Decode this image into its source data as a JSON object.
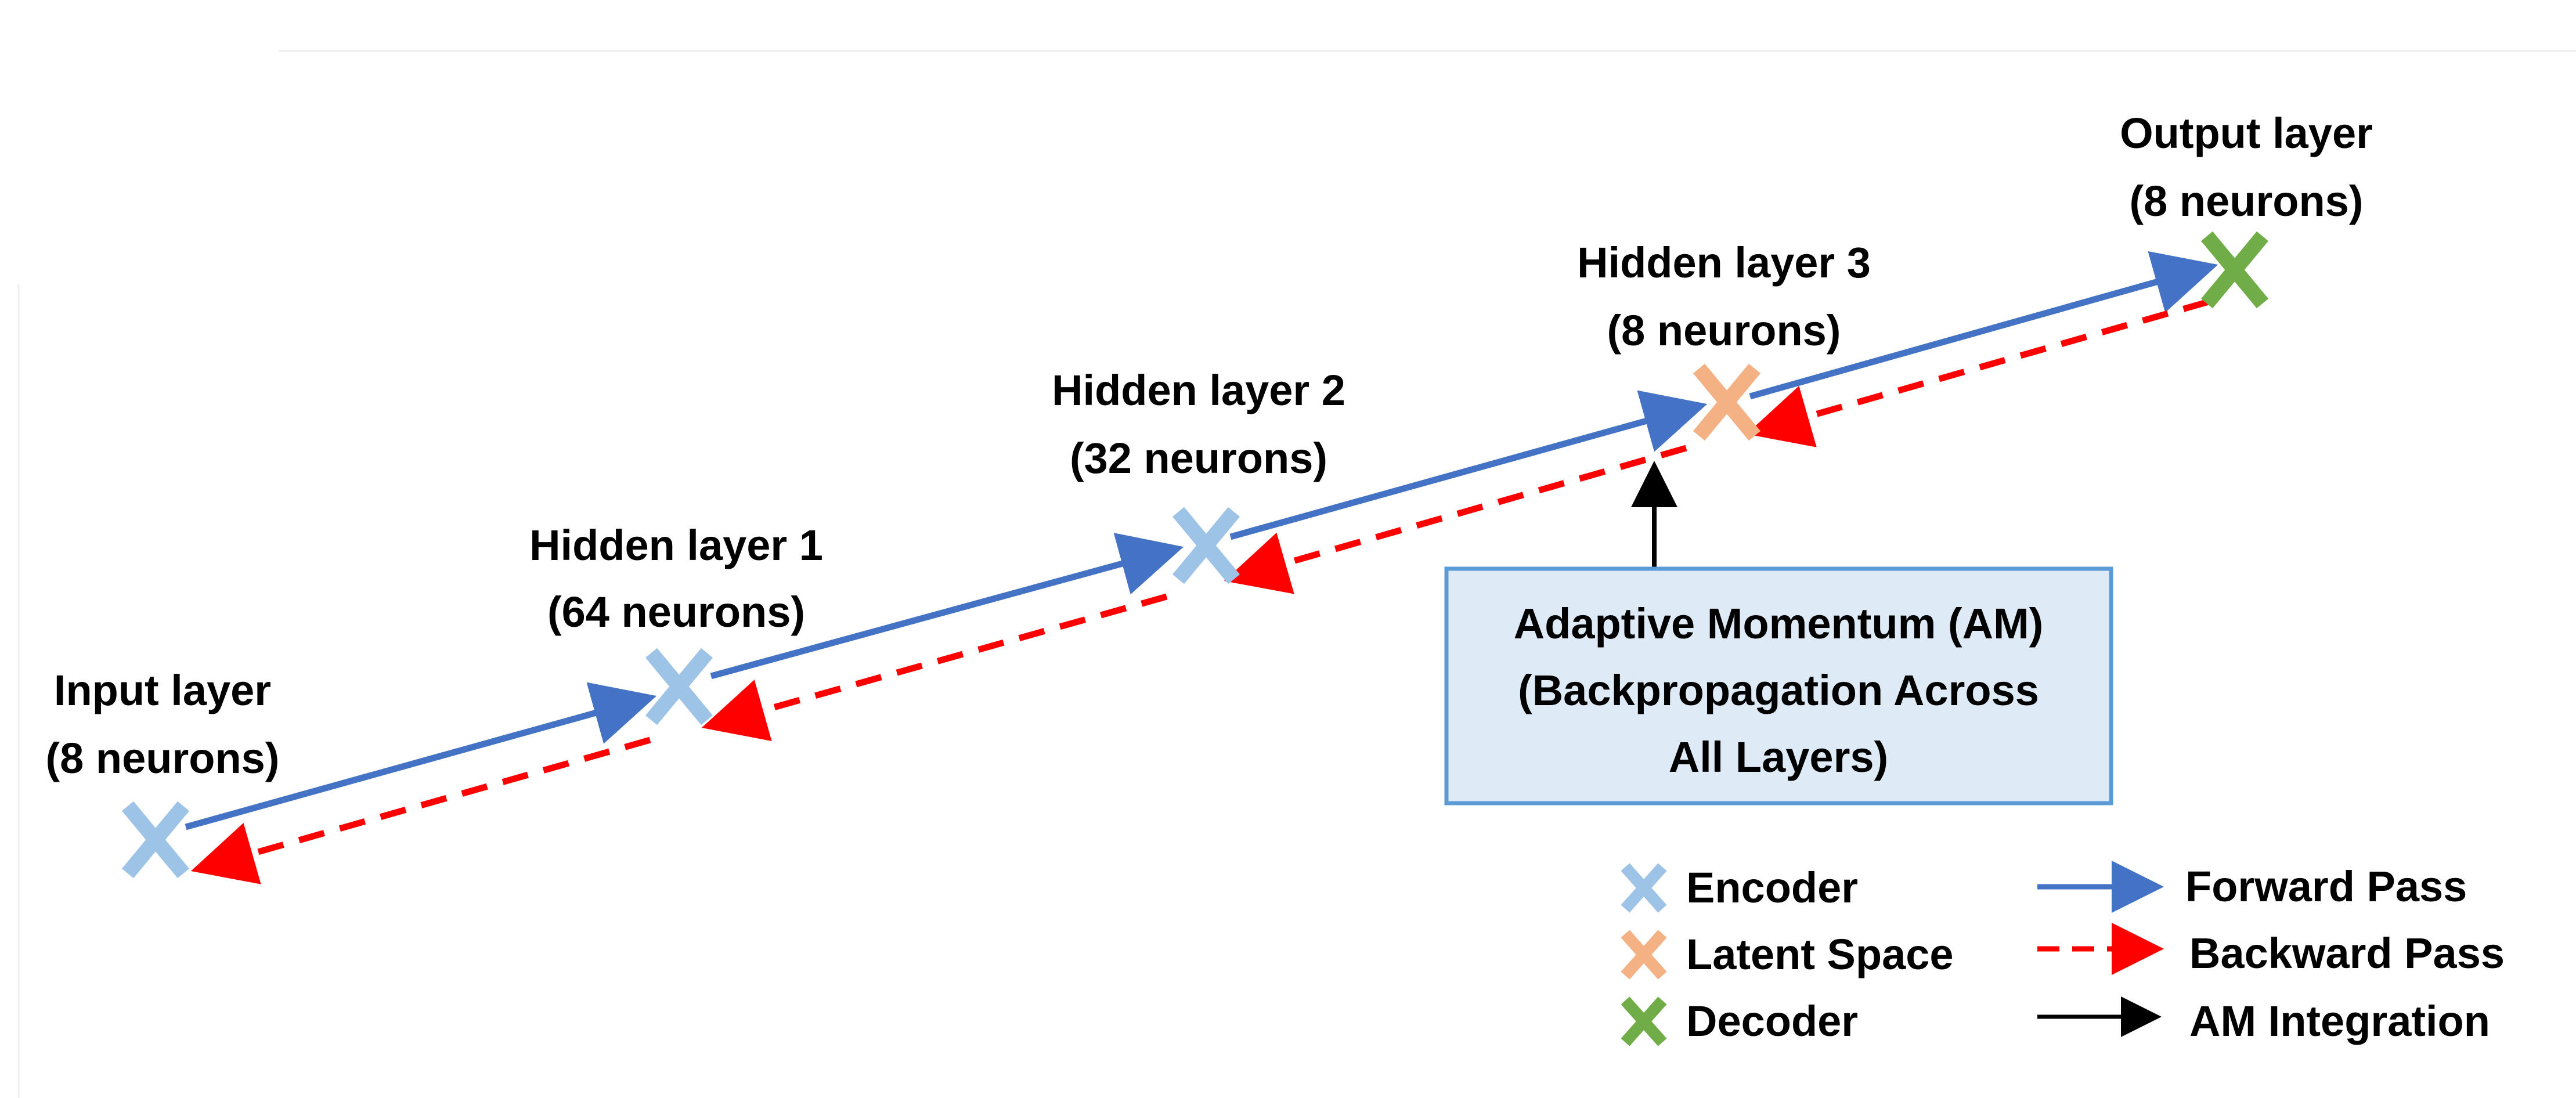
{
  "colors": {
    "encoder": "#9dc3e6",
    "latent": "#f4b183",
    "decoder": "#70ad47",
    "forward": "#4472c4",
    "backward": "#ff0000",
    "am_arrow": "#000000",
    "box_fill": "#deebf7",
    "box_border": "#5b9bd5"
  },
  "layers": [
    {
      "name": "Input layer",
      "neurons": "(8 neurons)",
      "role": "encoder"
    },
    {
      "name": "Hidden layer 1",
      "neurons": "(64 neurons)",
      "role": "encoder"
    },
    {
      "name": "Hidden layer 2",
      "neurons": "(32 neurons)",
      "role": "encoder"
    },
    {
      "name": "Hidden layer 3",
      "neurons": "(8 neurons)",
      "role": "latent"
    },
    {
      "name": "Output layer",
      "neurons": "(8 neurons)",
      "role": "decoder"
    }
  ],
  "am_box": {
    "lines": [
      "Adaptive Momentum (AM)",
      "(Backpropagation Across",
      "All Layers)"
    ]
  },
  "legend": {
    "markers": [
      {
        "label": "Encoder",
        "icon": "x-mark-icon",
        "color_key": "encoder"
      },
      {
        "label": "Latent Space",
        "icon": "x-mark-icon",
        "color_key": "latent"
      },
      {
        "label": "Decoder",
        "icon": "x-mark-icon",
        "color_key": "decoder"
      }
    ],
    "arrows": [
      {
        "label": "Forward Pass",
        "style": "solid",
        "color_key": "forward"
      },
      {
        "label": "Backward Pass",
        "style": "dashed",
        "color_key": "backward"
      },
      {
        "label": "AM Integration",
        "style": "solid",
        "color_key": "am_arrow"
      }
    ]
  }
}
